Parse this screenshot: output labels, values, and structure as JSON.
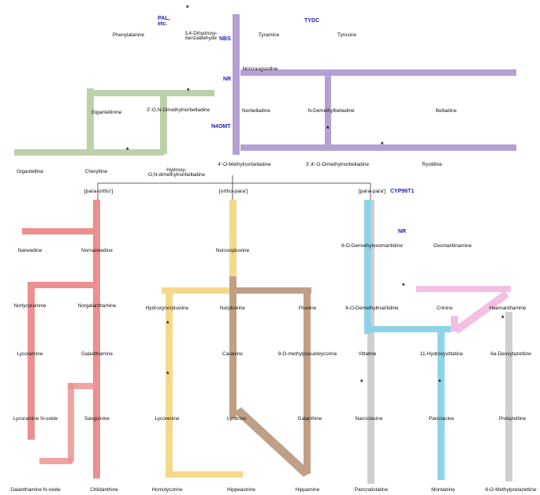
{
  "colors": {
    "enzyme": "#2020b8",
    "purple": "#b5a0d3",
    "green": "#bdd1a8",
    "red": "#ec8f8f",
    "yellow": "#f5d98a",
    "brown": "#c09f86",
    "pink": "#f3bfe3",
    "cyan": "#8fd3e9",
    "grey": "#c8c8c8"
  },
  "enzymes": {
    "pal": "PAL,\netc.",
    "tydc": "TYDC",
    "nbs": "NBS",
    "nr1": "NR",
    "n4omt": "N4OMT",
    "cyp": "CYP96T1",
    "nr2": "NR"
  },
  "brackets": {
    "para_ortho": "[para-ortho']",
    "ortho_para": "[ortho-para']",
    "para_para": "[para-para']"
  },
  "compounds": {
    "phenylalanine": "Phenylalanine",
    "dihydroxy": "3,4-Dihydroxy-\nbenzaldehyde",
    "tyramine": "Tyramine",
    "tyrosine": "Tyrosine",
    "norcraugsodine": "Norcraugsodine",
    "norbelladine": "Norbelladine",
    "n_demethylbelladine": "N-Demethylbelladine",
    "belladine": "Belladine",
    "o_methylnorbelladine": "4'-O-Methylnorbelladine",
    "dimethylnorbelladine": "3',4'-O-Dimethylnorbelladine",
    "rystilline": "Rystilline",
    "gigantellinine": "Gigantellinine",
    "on_dimethylnorbelladine": "3'-O,N-Dimethylnorbelladine",
    "gigantelline": "Gigantelline",
    "cherylline": "Cherylline",
    "hydroxy_on": "Hydroxy-\nO,N-dimethylnorbelladine",
    "narwedine": "Narwedine",
    "nornarwedine": "Nornarwedine",
    "norlycoramine": "Norlycoramine",
    "norgalanthamine": "Norgalanthamine",
    "lycoramine": "Lycoramine",
    "galanthamine": "Galanthamine",
    "lycoramine_n_oxide": "Lycoramine N-oxide",
    "sanguinine": "Sanguinine",
    "galanthamine_n_oxide": "Galanthamine N-oxide",
    "chlidanthine": "Chlidanthine",
    "noroxopluviine": "Noroxopluviine",
    "hydroxynorpluviine": "Hydroxynorpluviine",
    "norpluviine": "Norpluviine",
    "pluviine": "Pluviine",
    "caranine": "Caranine",
    "methylpseudolycorine": "9-O-methylpseudolycorine",
    "lycorenine": "Lycorenine",
    "lycorine": "Lycorine",
    "galanthine": "Galanthine",
    "homolycorine": "Homolycorine",
    "hippeastrine": "Hippeastrine",
    "hippamine": "Hippamine",
    "demethyloxomaritidine": "8-O-Demethyloxomaritidine",
    "oxomaritinamine": "Oxomaritinamine",
    "demethylmaritidine": "8-O-Demethylmaritidine",
    "crinine": "Crinine",
    "haemanthamine": "Haemanthamine",
    "vittatine": "Vittatine",
    "hydroxyvittatine": "11-Hydroxyvittatine",
    "deoxytazettine": "6a-Deoxytazettine",
    "narciclasine": "Narciclasine",
    "pancracine": "Pancracine",
    "pretazettine": "Pretazettine",
    "pancratistatine": "Pancratistatine",
    "montanine": "Montanine",
    "methylpretazettine": "6-O-Methylpretazettine"
  }
}
